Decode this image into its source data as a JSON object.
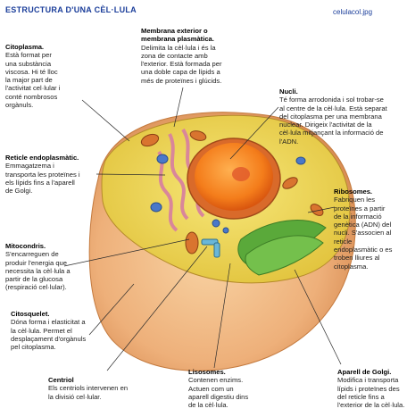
{
  "header": {
    "title": "ESTRUCTURA D'UNA CÈL·LULA",
    "filename": "celulacol.jpg"
  },
  "labels": {
    "citoplasma": {
      "name": "Citoplasma.",
      "lines": [
        "Està format per",
        "una substància",
        "viscosa. Hi té lloc",
        "la major part de",
        "l'activitat cel·lular i",
        "conté nombrosos",
        "orgànuls."
      ]
    },
    "membrana": {
      "name": "Membrana exterior o membrana plasmàtica.",
      "lines": [
        "Delimita la cèl·lula i és la",
        "zona de contacte amb",
        "l'exterior. Està formada per",
        "una doble capa de lípids a",
        "més de proteïnes i glúcids."
      ]
    },
    "nucli": {
      "name": "Nucli.",
      "lines": [
        "Té forma arrodonida i sol trobar-se",
        "al centre de la cèl·lula. Està separat",
        "del citoplasma per una membrana",
        "nuclear. Dirigeix l'activitat de la",
        "cèl·lula mitjançant la informació de",
        "l'ADN."
      ]
    },
    "reticle": {
      "name": "Reticle endoplasmàtic.",
      "lines": [
        "Emmagatzema i",
        "transporta les proteïnes i",
        "els lípids fins a l'aparell",
        "de Golgi."
      ]
    },
    "ribosomes": {
      "name": "Ribosomes.",
      "lines": [
        "Fabriquen les",
        "proteïnes a partir",
        "de la informació",
        "genètica (ADN) del",
        "nucli. S'associen al",
        "reticle",
        "endoplasmàtic o es",
        "troben lliures al",
        "citoplasma."
      ]
    },
    "mitocondris": {
      "name": "Mitocondris.",
      "lines": [
        "S'encarreguen de",
        "produir l'energia que",
        "necessita la cèl·lula a",
        "partir de la glucosa",
        "(respiració cel·lular)."
      ]
    },
    "citosquelet": {
      "name": "Citosquelet.",
      "lines": [
        "Dóna forma i elasticitat a",
        "la cèl·lula. Permet el",
        "desplaçament d'orgànuls",
        "pel citoplasma."
      ]
    },
    "centriol": {
      "name": "Centriol",
      "lines": [
        "Els centriols intervenen en",
        "la divisió cel·lular."
      ]
    },
    "lisosomes": {
      "name": "Lisosomes.",
      "lines": [
        "Contenen enzims.",
        "Actuen com un",
        "aparell digestiu dins",
        "de la cèl·lula."
      ]
    },
    "golgi": {
      "name": "Aparell de Golgi.",
      "lines": [
        "Modifica i transporta",
        "lípids i proteïnes des",
        "del reticle fins a",
        "l'exterior de la cèl·lula."
      ]
    }
  }
}
